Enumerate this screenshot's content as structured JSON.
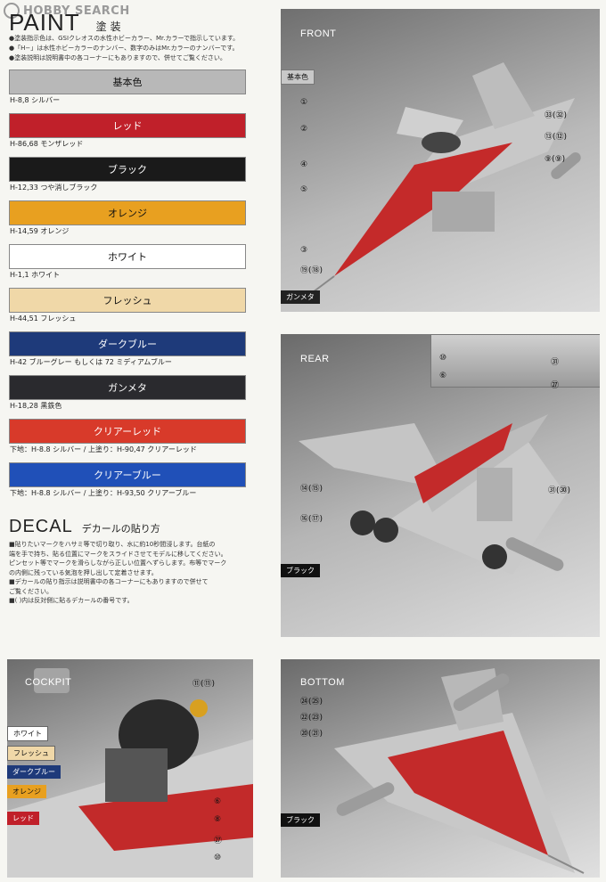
{
  "watermark": "HOBBY SEARCH",
  "paint_section": {
    "title": "PAINT",
    "title_jp": "塗装",
    "notes": [
      "●塗装指示色は、GSIクレオスの水性ホビーカラー、Mr.カラーで指示しています。",
      "●「H−」は水性ホビーカラーのナンバー、数字のみはMr.カラーのナンバーです。",
      "●塗装説明は説明書中の各コーナーにもありますので、併せてご覧ください。"
    ],
    "colors": [
      {
        "label": "基本色",
        "name": "H-8,8 シルバー",
        "bg": "#b8b8b8",
        "fg": "#111111"
      },
      {
        "label": "レッド",
        "name": "H-86,68 モンザレッド",
        "bg": "#c0202a",
        "fg": "#ffffff"
      },
      {
        "label": "ブラック",
        "name": "H-12,33 つや消しブラック",
        "bg": "#1a1a1a",
        "fg": "#ffffff"
      },
      {
        "label": "オレンジ",
        "name": "H-14,59 オレンジ",
        "bg": "#e8a020",
        "fg": "#111111"
      },
      {
        "label": "ホワイト",
        "name": "H-1,1 ホワイト",
        "bg": "#ffffff",
        "fg": "#111111"
      },
      {
        "label": "フレッシュ",
        "name": "H-44,51 フレッシュ",
        "bg": "#f0d8a8",
        "fg": "#111111"
      },
      {
        "label": "ダークブルー",
        "name": "H-42 ブルーグレー もしくは 72 ミディアムブルー",
        "bg": "#1e3a7a",
        "fg": "#ffffff"
      },
      {
        "label": "ガンメタ",
        "name": "H-18,28 黒鉄色",
        "bg": "#2a2a2e",
        "fg": "#ffffff"
      },
      {
        "label": "クリアーレッド",
        "name": "下地：H-8.8 シルバー / 上塗り：H-90,47 クリアーレッド",
        "bg": "#d83a2a",
        "fg": "#ffffff"
      },
      {
        "label": "クリアーブルー",
        "name": "下地：H-8.8 シルバー / 上塗り：H-93,50 クリアーブルー",
        "bg": "#2050b8",
        "fg": "#ffffff"
      }
    ]
  },
  "decal_section": {
    "title": "DECAL",
    "title_jp": "デカールの貼り方",
    "notes": [
      "■貼りたいマークをハサミ等で切り取り、水に約10秒間浸します。台紙の",
      "端を手で持ち、貼る位置にマークをスライドさせてモデルに移してください。",
      "ピンセット等でマークを滑らしながら正しい位置へずらします。布等でマーク",
      "の内側に残っている気泡を押し出して定着させます。",
      "■デカールの貼り指示は説明書中の各コーナーにもありますので併せて",
      "ご覧ください。",
      "■(  )内は反対側に貼るデカールの番号です。"
    ]
  },
  "panels": {
    "front": {
      "title": "FRONT",
      "labels": [
        {
          "text": "基本色"
        },
        {
          "text": "ガンメタ"
        }
      ],
      "numbers": [
        "①",
        "②",
        "④",
        "⑤",
        "③",
        "⑲(⑱)",
        "㉝(㉜)",
        "⑬(⑫)",
        "⑨(⑨)"
      ]
    },
    "rear": {
      "title": "REAR",
      "labels": [
        {
          "text": "ブラック"
        }
      ],
      "numbers": [
        "⑭(⑮)",
        "⑯(⑰)",
        "㉛(㉚)",
        "⑩",
        "⑥",
        "㉛",
        "㉗"
      ]
    },
    "cockpit": {
      "title": "COCKPIT",
      "labels": [
        {
          "text": "ホワイト"
        },
        {
          "text": "フレッシュ"
        },
        {
          "text": "ダークブルー"
        },
        {
          "text": "オレンジ"
        },
        {
          "text": "レッド"
        }
      ],
      "numbers": [
        "⑪(⑪)",
        "⑥",
        "⑧",
        "㉗",
        "⑩"
      ]
    },
    "bottom": {
      "title": "BOTTOM",
      "labels": [
        {
          "text": "ブラック"
        }
      ],
      "numbers": [
        "㉔(㉕)",
        "㉒(㉓)",
        "⑳(㉑)"
      ]
    }
  }
}
